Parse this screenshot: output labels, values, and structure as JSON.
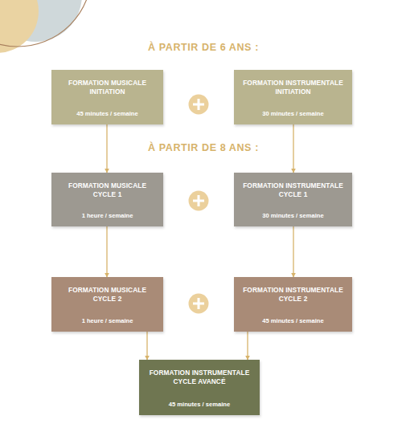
{
  "diagram": {
    "nodes": [
      {
        "text": [
          "FORMATION MUSICALE INITIATION",
          "45 minutes / semaine"
        ]
      },
      {
        "text": [
          "FORMATION INSTRUMENTALE INITIATION",
          "30 minutes / semaine"
        ]
      },
      {
        "text": [
          "FORMATION MUSICALE CYCLE 1",
          "1 heure / semaine"
        ]
      },
      {
        "text": [
          "FORMATION INSTRUMENTALE CYCLE 1",
          "30 minutes / semaine"
        ]
      },
      {
        "text": [
          "FORMATION MUSICALE CYCLE 2",
          "1 heure / semaine"
        ]
      },
      {
        "text": [
          "FORMATION INSTRUMENTALE CYCLE 2",
          "45 minutes / semaine"
        ]
      },
      {
        "text": [
          "FORMATION INSTRUMENTALE CYCLE AVANCÉ",
          "45 minutes / semaine"
        ]
      }
    ],
    "edges": [
      {
        "from": 0,
        "to": 2,
        "arrow": "to"
      },
      {
        "from": 1,
        "to": 3,
        "arrow": "to"
      },
      {
        "from": 2,
        "to": 4,
        "arrow": "to"
      },
      {
        "from": 3,
        "to": 5,
        "arrow": "to"
      },
      {
        "from": 4,
        "to": 6,
        "arrow": "to"
      },
      {
        "from": 5,
        "to": 6,
        "arrow": "to"
      }
    ],
    "labels": [
      "À PARTIR DE 6 ANS :",
      "À PARTIR DE 8 ANS :"
    ]
  }
}
